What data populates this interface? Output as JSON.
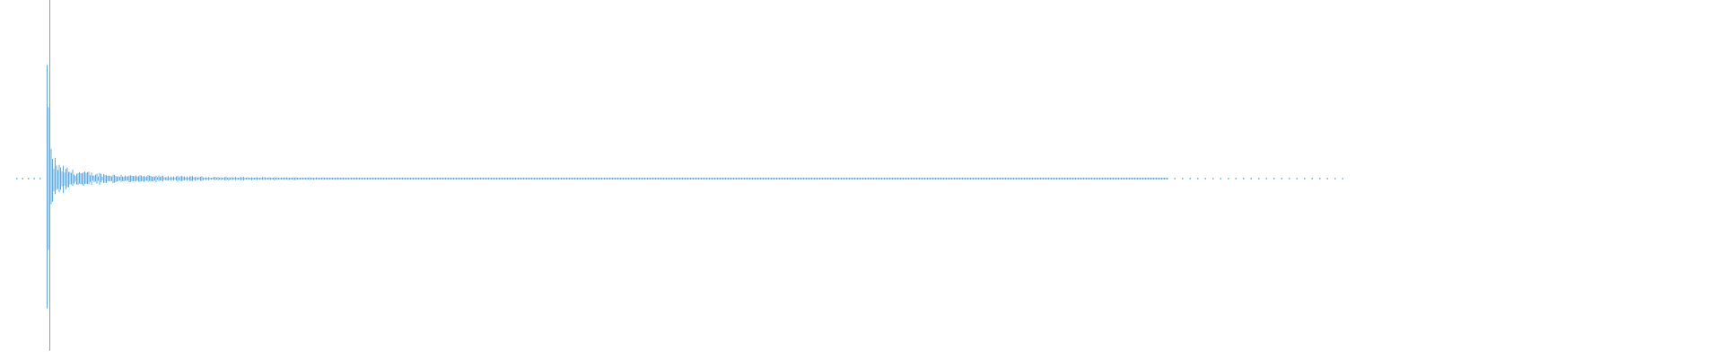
{
  "colors": {
    "background": "#ffffff",
    "waveform": "#5dade2"
  },
  "chart_data": {
    "type": "waveform",
    "title": "",
    "xlabel": "",
    "ylabel": "",
    "grid": false,
    "legend": "none",
    "ylim": [
      -1,
      1
    ],
    "envelope_peak_amplitude": [
      1.0,
      0.75,
      0.5,
      0.32,
      0.22,
      0.17,
      0.13,
      0.1,
      0.08,
      0.06,
      0.045,
      0.035,
      0.025,
      0.018,
      0.012,
      0.008,
      0.005,
      0.003,
      0.002,
      0.001
    ]
  }
}
